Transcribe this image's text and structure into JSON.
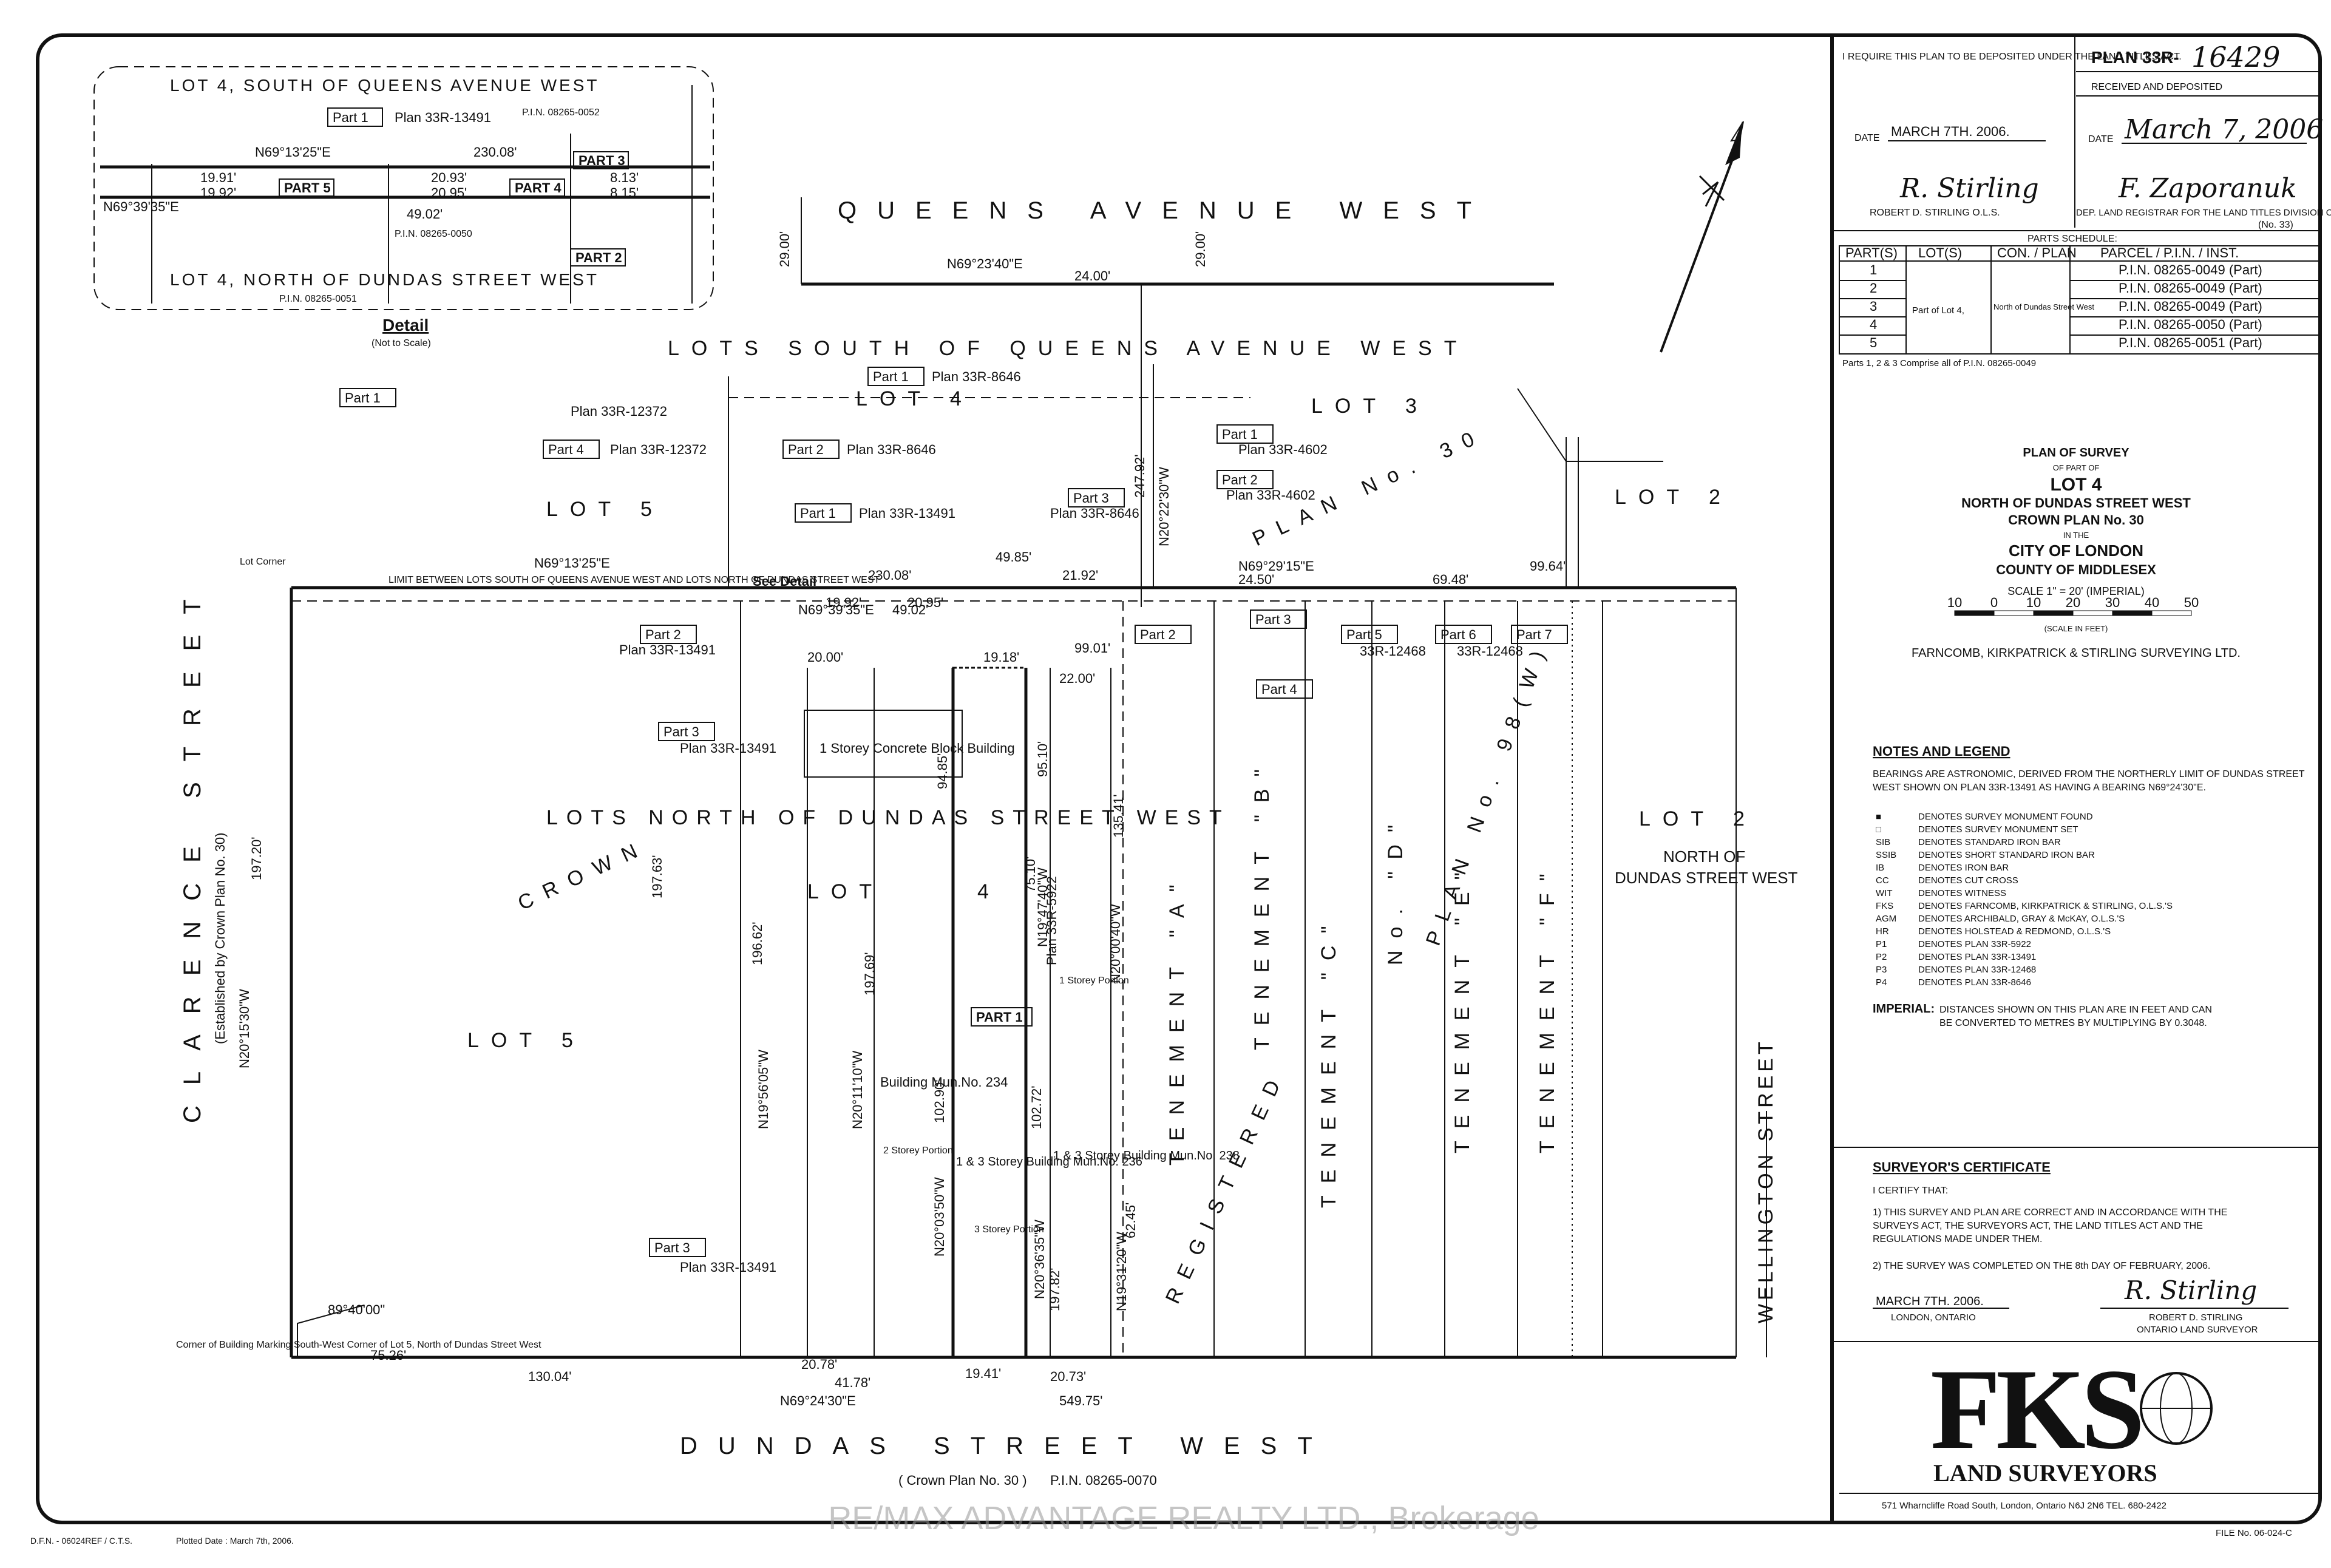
{
  "streets": {
    "queens": "QUEENS AVENUE WEST",
    "dundas": "DUNDAS STREET WEST",
    "clarence": "CLARENCE STREET",
    "clarence_note": "(Established by Crown Plan No. 30)",
    "wellington": "WELLINGTON STREET",
    "crown_plan_bottom": "( Crown Plan No. 30 )",
    "pin_bottom": "P.I.N. 08265-0070"
  },
  "areas": {
    "lots_south": "LOTS SOUTH OF QUEENS AVENUE WEST",
    "lots_north": "LOTS NORTH OF DUNDAS STREET WEST",
    "lot4": "LOT 4",
    "lot5": "LOT 5",
    "lot3": "LOT 3",
    "lot2": "LOT 2",
    "lot2_north": "LOT 2",
    "north_of_dundas": "NORTH OF",
    "north_of_dundas2": "DUNDAS STREET WEST",
    "crown": "CROWN",
    "lot": "LOT",
    "lot_4": "4",
    "lot_5_left": "LOT 5",
    "plan30": "PLAN No. 30",
    "tenement_b": "TENEMENT \"B\"",
    "tenement_c": "TENEMENT \"C\"",
    "tenement_d": "No. \"D\"",
    "tenement_e": "TENEMENT \"E\"",
    "tenement_f": "TENEMENT \"F\"",
    "tenement_a": "TENEMENT \"A\"",
    "plan98": "PLAN No. 98(W)",
    "registered": "REGISTERED"
  },
  "parts_on_plan": {
    "part1_top": "Part 1",
    "plan_8646": "Plan 33R-8646",
    "plan_12372": "Plan 33R-12372",
    "part4": "Part 4",
    "part2": "Part 2",
    "part1_mid": "Part 1",
    "plan_13491": "Plan 33R-13491",
    "part3": "Part 3",
    "part1_right": "Part 1",
    "plan_4602": "Plan 33R-4602",
    "part2_right": "Part 2",
    "part3_a": "Part 3",
    "part5": "Part 5",
    "part6": "Part 6",
    "part7": "Part 7",
    "plan_12468": "33R-12468",
    "plan_5922": "Plan 33R-5922",
    "part4_lower": "Part 4",
    "part1_box": "PART 1",
    "part2_left": "Part 2",
    "part3_left": "Part 3",
    "part3_bottom": "Part 3"
  },
  "bearings": {
    "n69_13_25": "N69°13'25\"E",
    "n69_39_35": "N69°39'35\"E",
    "n69_23_40": "N69°23'40\"E",
    "n69_29_15": "N69°29'15\"E",
    "n69_24_30": "N69°24'30\"E",
    "n20_11_10": "N20°11'10\"W",
    "n20_03_50": "N20°03'50\"W",
    "n19_56_05": "N19°56'05\"W",
    "n20_15_30": "N20°15'30\"W",
    "n19_47_40": "N19°47'40\"W",
    "n20_00_40": "N20°00'40\"W",
    "n19_31_20": "N19°31'20\"W",
    "n20_36_35": "N20°36'35\"W",
    "n20_22_30": "N20°22'30\"W",
    "angle_89": "89°40'00\""
  },
  "distances": {
    "d29_top": "29.00'",
    "d29_right": "29.00'",
    "d24": "24.00'",
    "d230": "230.08'",
    "d49_02": "49.02'",
    "d20": "20.00'",
    "d19_92": "19.92'",
    "d20_95": "20.95'",
    "d19_18": "19.18'",
    "d22": "22.00'",
    "d99": "99.01'",
    "d49_85": "49.85'",
    "d21_92": "21.92'",
    "d24_50": "24.50'",
    "d69_48": "69.48'",
    "d99_64": "99.64'",
    "d247": "247.92'",
    "d197_63": "197.63'",
    "d197_69": "197.69'",
    "d196_62": "196.62'",
    "d197_20": "197.20'",
    "d75_26": "75.26'",
    "d130": "130.04'",
    "d20_78": "20.78'",
    "d41_78": "41.78'",
    "d19_41": "19.41'",
    "d20_73": "20.73'",
    "d549": "549.75'",
    "d102": "102.90'",
    "d102_72": "102.72'",
    "d94_85": "94.85'",
    "d95_10": "95.10'",
    "d75_10": "75.10'",
    "d135": "135.41'",
    "d62": "62.45'",
    "d197_82": "197.82'"
  },
  "building_labels": {
    "bldg_concrete": "1 Storey Concrete Block Building",
    "bldg_234": "Building Mun.No. 234",
    "bldg_236": "1 & 3 Storey Building Mun.No. 236",
    "bldg_238": "1 & 3 Storey Building Mun.No. 238",
    "one_storey": "1 Storey Portion",
    "three_storey": "3 Storey Portion",
    "two_storey": "2 Storey Portion",
    "see_detail": "See Detail",
    "lot_corner": "Lot Corner",
    "limit_between": "LIMIT BETWEEN LOTS SOUTH OF QUEENS AVENUE WEST AND LOTS NORTH OF DUNDAS STREET WEST",
    "corner_text": "Corner of Building Marking South-West Corner of Lot 5, North of Dundas Street West"
  },
  "detail": {
    "title_top": "LOT 4, SOUTH OF QUEENS AVENUE WEST",
    "title_bottom": "LOT 4, NORTH OF DUNDAS STREET WEST",
    "part1": "Part 1",
    "plan": "Plan 33R-13491",
    "part5": "PART 5",
    "part4": "PART 4",
    "part3": "PART 3",
    "part2": "PART 2",
    "bearing1": "N69°13'25\"E",
    "bearing2": "N69°39'35\"E",
    "d230": "230.08'",
    "d19_91": "19.91'",
    "d19_92": "19.92'",
    "d20_93": "20.93'",
    "d20_95": "20.95'",
    "d49_02": "49.02'",
    "d8_13": "8.13'",
    "d8_15": "8.15'",
    "pin_a": "P.I.N. 08265-0052",
    "pin_b": "P.I.N. 08265-0051",
    "pin_c": "P.I.N. 08265-0050",
    "caption": "Detail",
    "caption_sub": "(Not to Scale)"
  },
  "title_block": {
    "deposit_req": "I REQUIRE THIS PLAN TO BE DEPOSITED UNDER THE LAND TITLES ACT.",
    "plan_label": "PLAN 33R-",
    "plan_number": "16429",
    "received": "RECEIVED AND DEPOSITED",
    "date_label": "DATE",
    "date_left": "MARCH 7TH. 2006.",
    "date_right": "March 7, 2006",
    "surveyor_sig": "ROBERT D. STIRLING O.L.S.",
    "registrar_sig": "F. Zaporanuk",
    "registrar_title": "DEP. LAND REGISTRAR FOR THE LAND TITLES DIVISION OF MIDDLESEX",
    "registrar_no": "(No. 33)",
    "parts_schedule": "PARTS SCHEDULE:",
    "headers": [
      "PART(S)",
      "LOT(S)",
      "CON. / PLAN",
      "PARCEL / P.I.N. / INST."
    ],
    "lot_cell": "Part of Lot 4,",
    "plan_cell": "North of Dundas Street West",
    "rows": [
      {
        "part": "1",
        "pin": "P.I.N. 08265-0049 (Part)"
      },
      {
        "part": "2",
        "pin": "P.I.N. 08265-0049 (Part)"
      },
      {
        "part": "3",
        "pin": "P.I.N. 08265-0049 (Part)"
      },
      {
        "part": "4",
        "pin": "P.I.N. 08265-0050 (Part)"
      },
      {
        "part": "5",
        "pin": "P.I.N. 08265-0051 (Part)"
      }
    ],
    "parts_note": "Parts 1, 2 & 3 Comprise all of P.I.N. 08265-0049",
    "survey_title": "PLAN OF SURVEY",
    "of_part_of": "OF PART OF",
    "lot_4": "LOT 4",
    "north_of": "NORTH OF DUNDAS STREET WEST",
    "crown_plan": "CROWN PLAN No. 30",
    "in_the": "IN THE",
    "city": "CITY OF LONDON",
    "county": "COUNTY OF MIDDLESEX",
    "scale": "SCALE   1\" = 20' (IMPERIAL)",
    "scale_ticks": [
      "10",
      "0",
      "10",
      "20",
      "30",
      "40",
      "50"
    ],
    "scale_unit": "(SCALE IN FEET)",
    "firm": "FARNCOMB, KIRKPATRICK & STIRLING SURVEYING LTD."
  },
  "notes": {
    "title": "NOTES AND LEGEND",
    "bearing_note": "BEARINGS ARE ASTRONOMIC, DERIVED FROM THE NORTHERLY LIMIT OF DUNDAS STREET WEST SHOWN ON PLAN 33R-13491 AS HAVING A BEARING N69°24'30\"E.",
    "legend": [
      {
        "sym": "■",
        "text": "DENOTES SURVEY MONUMENT FOUND"
      },
      {
        "sym": "□",
        "text": "DENOTES SURVEY MONUMENT SET"
      },
      {
        "sym": "SIB",
        "text": "DENOTES STANDARD IRON BAR"
      },
      {
        "sym": "SSIB",
        "text": "DENOTES SHORT STANDARD IRON BAR"
      },
      {
        "sym": "IB",
        "text": "DENOTES IRON BAR"
      },
      {
        "sym": "CC",
        "text": "DENOTES CUT CROSS"
      },
      {
        "sym": "WIT",
        "text": "DENOTES WITNESS"
      },
      {
        "sym": "FKS",
        "text": "DENOTES FARNCOMB, KIRKPATRICK & STIRLING, O.L.S.'S"
      },
      {
        "sym": "AGM",
        "text": "DENOTES ARCHIBALD, GRAY & McKAY, O.L.S.'S"
      },
      {
        "sym": "HR",
        "text": "DENOTES HOLSTEAD & REDMOND, O.L.S.'S"
      },
      {
        "sym": "P1",
        "text": "DENOTES PLAN 33R-5922"
      },
      {
        "sym": "P2",
        "text": "DENOTES PLAN 33R-13491"
      },
      {
        "sym": "P3",
        "text": "DENOTES PLAN 33R-12468"
      },
      {
        "sym": "P4",
        "text": "DENOTES PLAN 33R-8646"
      }
    ],
    "imperial_label": "IMPERIAL:",
    "imperial_text": "DISTANCES SHOWN ON THIS PLAN ARE IN FEET AND CAN BE CONVERTED TO METRES BY MULTIPLYING BY 0.3048."
  },
  "certificate": {
    "title": "SURVEYOR'S CERTIFICATE",
    "intro": "I CERTIFY THAT:",
    "item1": "1) THIS SURVEY AND PLAN ARE CORRECT AND IN ACCORDANCE WITH THE SURVEYS ACT, THE SURVEYORS ACT, THE LAND TITLES ACT AND THE REGULATIONS MADE UNDER THEM.",
    "item2": "2) THE SURVEY WAS COMPLETED ON THE 8th DAY OF FEBRUARY, 2006.",
    "date": "MARCH 7TH. 2006.",
    "place": "LONDON, ONTARIO",
    "name": "ROBERT D. STIRLING",
    "role": "ONTARIO LAND SURVEYOR"
  },
  "logo": {
    "letters": "FKS",
    "subtitle": "LAND SURVEYORS",
    "address": "571 Wharncliffe Road South, London, Ontario    N6J 2N6    TEL. 680-2422",
    "file": "FILE  No.  06-024-C"
  },
  "footer": {
    "dfn": "D.F.N. - 06024REF / C.T.S.",
    "plotted": "Plotted Date : March 7th, 2006."
  },
  "watermark": "RE/MAX ADVANTAGE REALTY LTD., Brokerage"
}
